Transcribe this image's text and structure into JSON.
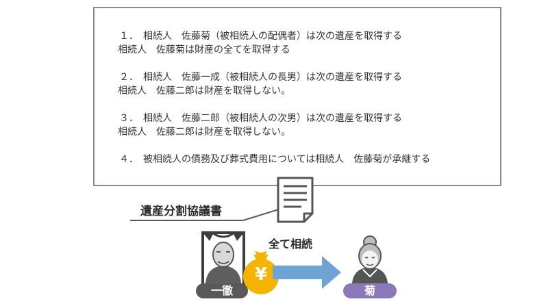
{
  "agreement_lines": [
    "１．　相続人　佐藤菊（被相続人の配偶者）は次の遺産を取得する",
    "相続人　佐藤菊は財産の全てを取得する",
    "２．　相続人　佐藤一成（被相続人の長男）は次の遺産を取得する",
    "相続人　佐藤二郎は財産を取得しない。",
    "３．　相続人　佐藤二郎（被相続人の次男）は次の遺産を取得する",
    "相続人　佐藤二郎は財産を取得しない。",
    "４．　被相続人の債務及び葬式費用については相続人　佐藤菊が承継する"
  ],
  "document_label": "遺産分割協議書",
  "arrow_label": "全て相続",
  "deceased_name": "一徹",
  "heir_name": "菊",
  "money_symbol": "¥",
  "colors": {
    "box_border": "#8a8a8a",
    "arrow": "#6fa3d6",
    "money_bag": "#f5b400",
    "deceased_tag": "#595959",
    "heir_tag": "#8b78b8"
  },
  "icons": [
    "document-icon",
    "deceased-portrait-icon",
    "money-bag-icon",
    "transfer-arrow-icon",
    "grandmother-icon"
  ]
}
